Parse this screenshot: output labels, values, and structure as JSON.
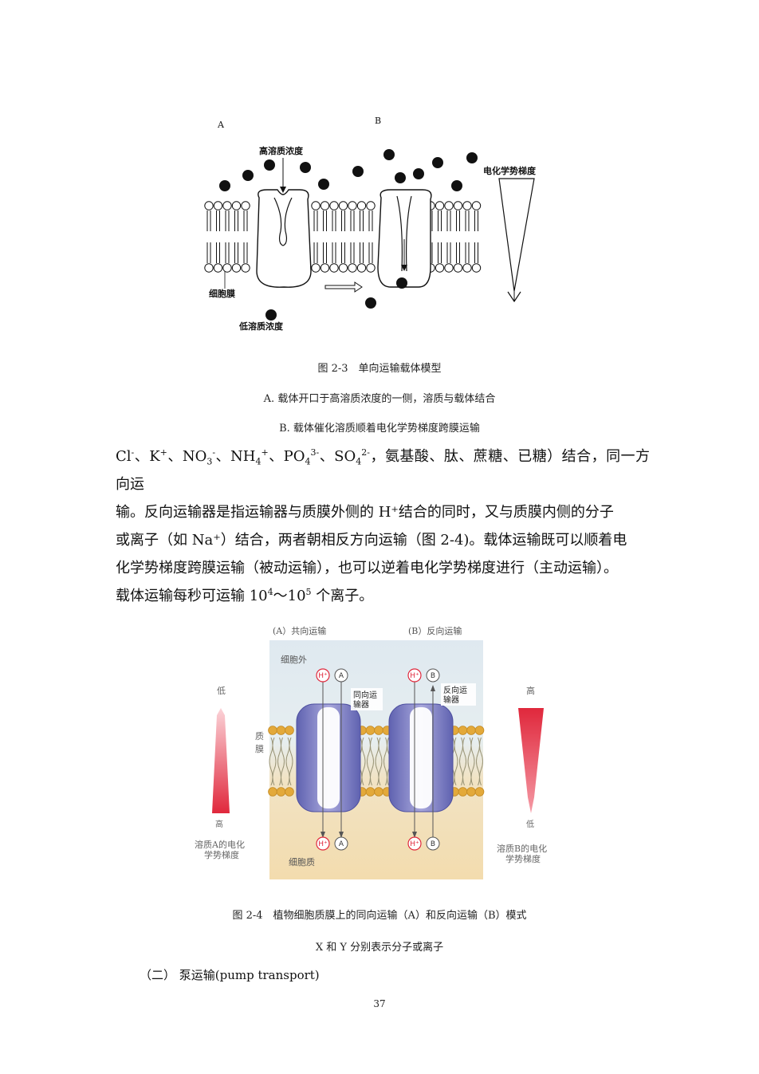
{
  "fig23": {
    "label_a": "A",
    "label_b": "B",
    "high_conc": "高溶质浓度",
    "low_conc": "低溶质浓度",
    "membrane": "细胞膜",
    "gradient": "电化学势梯度",
    "title": "图 2-3　单向运输载体模型",
    "note_a": "A. 载体开口于高溶质浓度的一侧，溶质与载体结合",
    "note_b": "B. 载体催化溶质顺着电化学势梯度跨膜运输"
  },
  "paragraph": {
    "line1_a": "Cl",
    "line1_b": "、K",
    "line1_c": "、NO",
    "line1_d": "、NH",
    "line1_e": "、PO",
    "line1_f": "、SO",
    "line1_g": "，氨基酸、肽、蔗糖、已糖）结合，同一方向运",
    "line2": "输。反向运输器是指运输器与质膜外侧的 H⁺结合的同时，又与质膜内侧的分子",
    "line3": "或离子（如 Na⁺）结合，两者朝相反方向运输（图 2-4)。载体运输既可以顺着电",
    "line4": "化学势梯度跨膜运输（被动运输），也可以逆着电化学势梯度进行（主动运输）。",
    "line5_a": "载体运输每秒可运输 10",
    "line5_b": "～10",
    "line5_c": " 个离子。",
    "sup_minus": "-",
    "sup_plus": "+",
    "sub_3": "3",
    "sub_4": "4",
    "sup_3minus": "3-",
    "sup_2minus": "2-",
    "sup_4": "4",
    "sup_5": "5"
  },
  "fig24": {
    "title_a": "(A）共向运输",
    "title_b": "(B）反向运输",
    "outside": "细胞外",
    "inside": "细胞质",
    "membrane": "质膜",
    "symporter": "同向运输器",
    "antiporter": "反向运输器",
    "left_top": "低",
    "left_bottom": "高",
    "left_gradient": "溶质A的电化学势梯度",
    "right_top": "高",
    "right_bottom": "低",
    "right_gradient": "溶质B的电化学势梯度",
    "ion_h": "H⁺",
    "ion_a": "A",
    "ion_b": "B",
    "caption": "图 2-4　植物细胞质膜上的同向运输（A）和反向运输（B）模式",
    "note": "X 和 Y 分别表示分子或离子"
  },
  "section": "（二）  泵运输(pump transport)",
  "page_number": "37",
  "colors": {
    "red": "#e0283c",
    "purple": "#6e6fb8",
    "lipid": "#e3a93a",
    "outside_bg": "#dde8ef",
    "inside_bg": "#f4dfb4"
  }
}
